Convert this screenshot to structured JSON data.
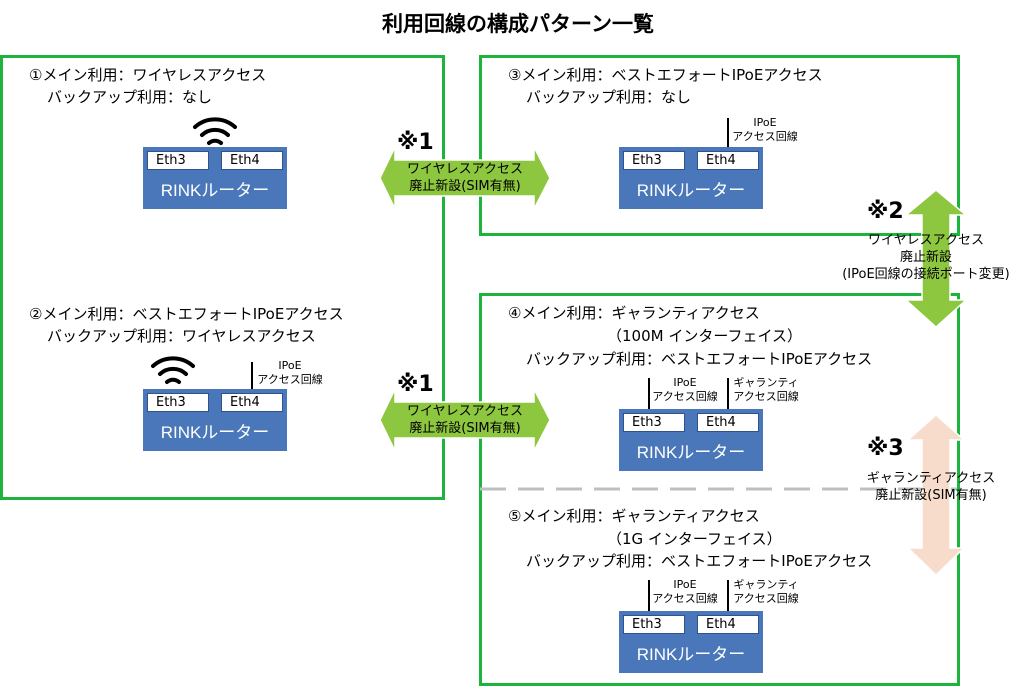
{
  "title": "利用回線の構成パターン一覧",
  "router": {
    "name": "RINKルーター",
    "port1": "Eth3",
    "port2": "Eth4"
  },
  "cables": {
    "ipoe_line1": "IPoE",
    "ipoe_line2": "アクセス回線",
    "guar_line1": "ギャランティ",
    "guar_line2": "アクセス回線"
  },
  "patterns": [
    {
      "main": "①メイン利用：ワイヤレスアクセス",
      "backup": "バックアップ利用：なし"
    },
    {
      "main": "②メイン利用：ベストエフォートIPoEアクセス",
      "backup": "バックアップ利用：ワイヤレスアクセス"
    },
    {
      "main": "③メイン利用：ベストエフォートIPoEアクセス",
      "backup": "バックアップ利用：なし"
    },
    {
      "main": "④メイン利用：ギャランティアクセス",
      "sub": "（100M インターフェイス）",
      "backup": "バックアップ利用：ベストエフォートIPoEアクセス"
    },
    {
      "main": "⑤メイン利用：ギャランティアクセス",
      "sub": "（1G インターフェイス）",
      "backup": "バックアップ利用：ベストエフォートIPoEアクセス"
    }
  ],
  "notes": [
    {
      "mark": "※1",
      "line1": "ワイヤレスアクセス",
      "line2": "廃止新設(SIM有無)"
    },
    {
      "mark": "※1",
      "line1": "ワイヤレスアクセス",
      "line2": "廃止新設(SIM有無)"
    },
    {
      "mark": "※2",
      "line1": "ワイヤレスアクセス",
      "line2": "廃止新設",
      "line3": "(IPoE回線の接続ポート変更)"
    },
    {
      "mark": "※3",
      "line1": "ギャランティアクセス",
      "line2": "廃止新設(SIM有無)"
    }
  ],
  "colors": {
    "frame": "#1db33c",
    "router": "#4a77b9",
    "arrow_green": "#8dc63f",
    "arrow_pink": "#f8dccb"
  },
  "icons": {
    "wifi": "wifi-icon"
  }
}
